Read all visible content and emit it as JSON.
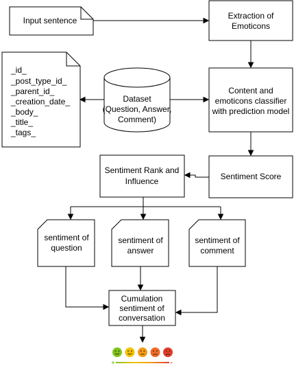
{
  "nodes": {
    "input": "Input sentence",
    "extraction": [
      "Extraction of",
      "Emoticons"
    ],
    "fields": [
      "_id_",
      "_post_type_id_",
      "_parent_id_",
      "_creation_date_",
      "_body_",
      "_title_",
      "_tags_"
    ],
    "dataset": [
      "Dataset",
      "(Question, Answer,",
      "Comment)"
    ],
    "classifier": [
      "Content and",
      "emoticons classifier",
      "with prediction model"
    ],
    "rank": [
      "Sentiment Rank and",
      "Influence"
    ],
    "score": "Sentiment Score",
    "sent_question": [
      "sentiment of",
      "question"
    ],
    "sent_answer": [
      "sentiment of",
      "answer"
    ],
    "sent_comment": [
      "sentiment of",
      "comment"
    ],
    "cumulation": [
      "Cumulation",
      "sentiment of",
      "conversation"
    ]
  },
  "scale": {
    "faces": [
      {
        "name": "very-happy",
        "color": "#7fc41e"
      },
      {
        "name": "happy",
        "color": "#f2c200"
      },
      {
        "name": "neutral",
        "color": "#f29b1a"
      },
      {
        "name": "sad",
        "color": "#ef6a2a"
      },
      {
        "name": "very-sad",
        "color": "#e03c2c"
      }
    ],
    "plus": "+",
    "minus": "-"
  }
}
